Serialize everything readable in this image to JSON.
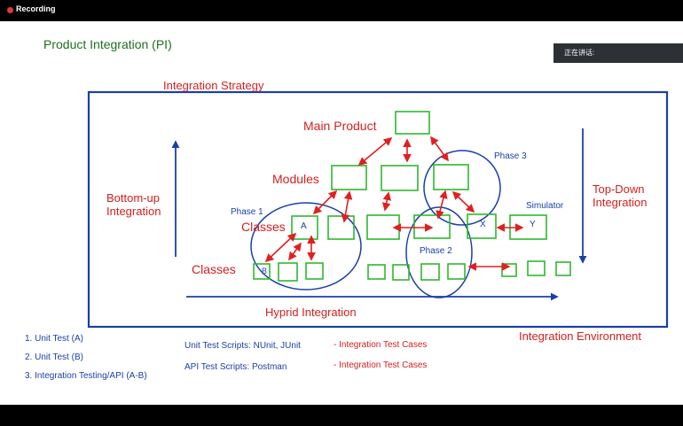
{
  "recording": {
    "label": "Recording"
  },
  "speaker_panel": {
    "label": "正在讲话:"
  },
  "slide": {
    "title": "Product Integration (PI)",
    "diagram": {
      "strategy_label": "Integration Strategy",
      "environment_label": "Integration Environment",
      "main_product": "Main Product",
      "modules": "Modules",
      "classes_mid": "Classes",
      "classes_low": "Classes",
      "bottom_up": [
        "Bottom-up",
        "Integration"
      ],
      "top_down": [
        "Top-Down",
        "Integration"
      ],
      "hybrid": "Hyprid Integration",
      "phase1": "Phase 1",
      "phase2": "Phase 2",
      "phase3": "Phase 3",
      "simulator": "Simulator",
      "box_a": "A",
      "box_b": "B",
      "box_x": "X",
      "box_y": "Y"
    },
    "list": [
      "1. Unit Test (A)",
      "2. Unit Test (B)",
      "3. Integration Testing/API (A-B)"
    ],
    "scripts": [
      "Unit Test Scripts: NUnit, JUnit",
      "API Test Scripts: Postman"
    ],
    "cases": [
      "- Integration Test Cases",
      "- Integration Test Cases"
    ],
    "colors": {
      "green": "#2eb82e",
      "red": "#e02020",
      "blue": "#1a3fa8",
      "title_green": "#1f6e1f",
      "text_red": "#d42020"
    }
  }
}
